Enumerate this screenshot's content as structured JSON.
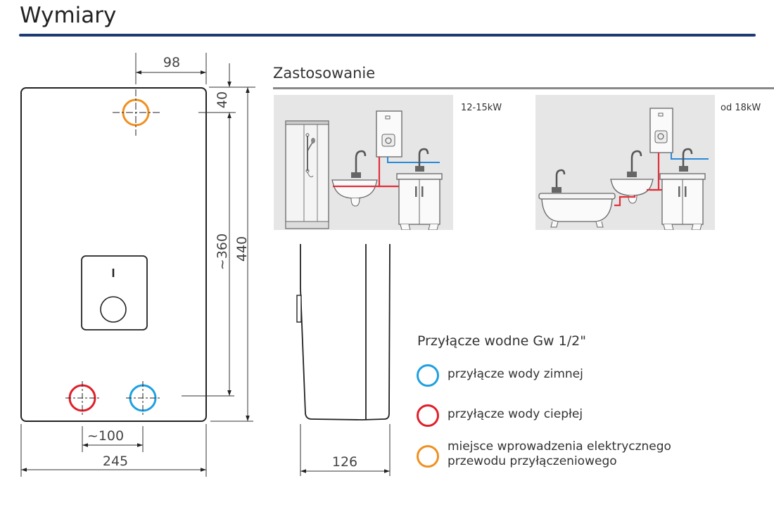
{
  "header": {
    "title": "Wymiary"
  },
  "usage": {
    "title": "Zastosowanie",
    "scenes": [
      {
        "label": "12-15kW",
        "items": [
          "shower-cabin",
          "washbasin",
          "water-heater",
          "sink-cabinet"
        ]
      },
      {
        "label": "od 18kW",
        "items": [
          "bathtub",
          "washbasin",
          "water-heater",
          "sink-cabinet"
        ]
      }
    ]
  },
  "dimensions": {
    "top_offset": "98",
    "top_margin": "40",
    "pipe_height": "~360",
    "total_height": "440",
    "pipe_spacing": "~100",
    "total_width": "245",
    "depth": "126"
  },
  "legend": {
    "title": "Przyłącze wodne  Gw 1/2\"",
    "items": [
      {
        "label": "przyłącze wody zimnej",
        "color": "#1ea0e0"
      },
      {
        "label": "przyłącze wody ciepłej",
        "color": "#e0202a"
      },
      {
        "label_line1": "miejsce wprowadzenia elektrycznego",
        "label_line2": "przewodu przyłączeniowego",
        "color": "#f09020"
      }
    ]
  },
  "colors": {
    "title_rule": "#1d3b72",
    "cold": "#1ea0e0",
    "hot": "#e0202a",
    "electric": "#f09020",
    "scene_bg": "#e6e6e6"
  }
}
